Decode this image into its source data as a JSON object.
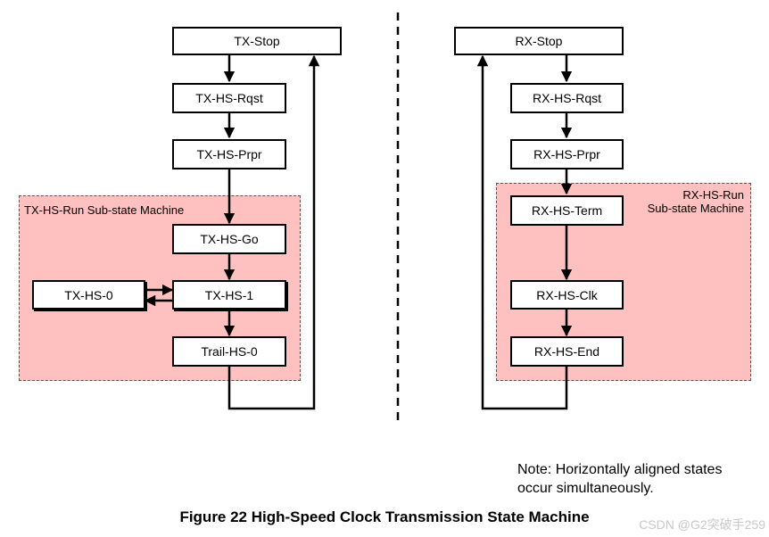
{
  "tx": {
    "stop": "TX-Stop",
    "hs_rqst": "TX-HS-Rqst",
    "hs_prpr": "TX-HS-Prpr",
    "substate_label": "TX-HS-Run Sub-state Machine",
    "hs_go": "TX-HS-Go",
    "hs_1": "TX-HS-1",
    "hs_0": "TX-HS-0",
    "trail_hs_0": "Trail-HS-0"
  },
  "rx": {
    "stop": "RX-Stop",
    "hs_rqst": "RX-HS-Rqst",
    "hs_prpr": "RX-HS-Prpr",
    "substate_label_line1": "RX-HS-Run",
    "substate_label_line2": "Sub-state Machine",
    "hs_term": "RX-HS-Term",
    "hs_clk": "RX-HS-Clk",
    "hs_end": "RX-HS-End"
  },
  "note": {
    "line1": "Note: Horizontally aligned states",
    "line2": "occur simultaneously."
  },
  "caption": "Figure 22 High-Speed Clock Transmission State Machine",
  "watermark": "CSDN @G2突破手259"
}
